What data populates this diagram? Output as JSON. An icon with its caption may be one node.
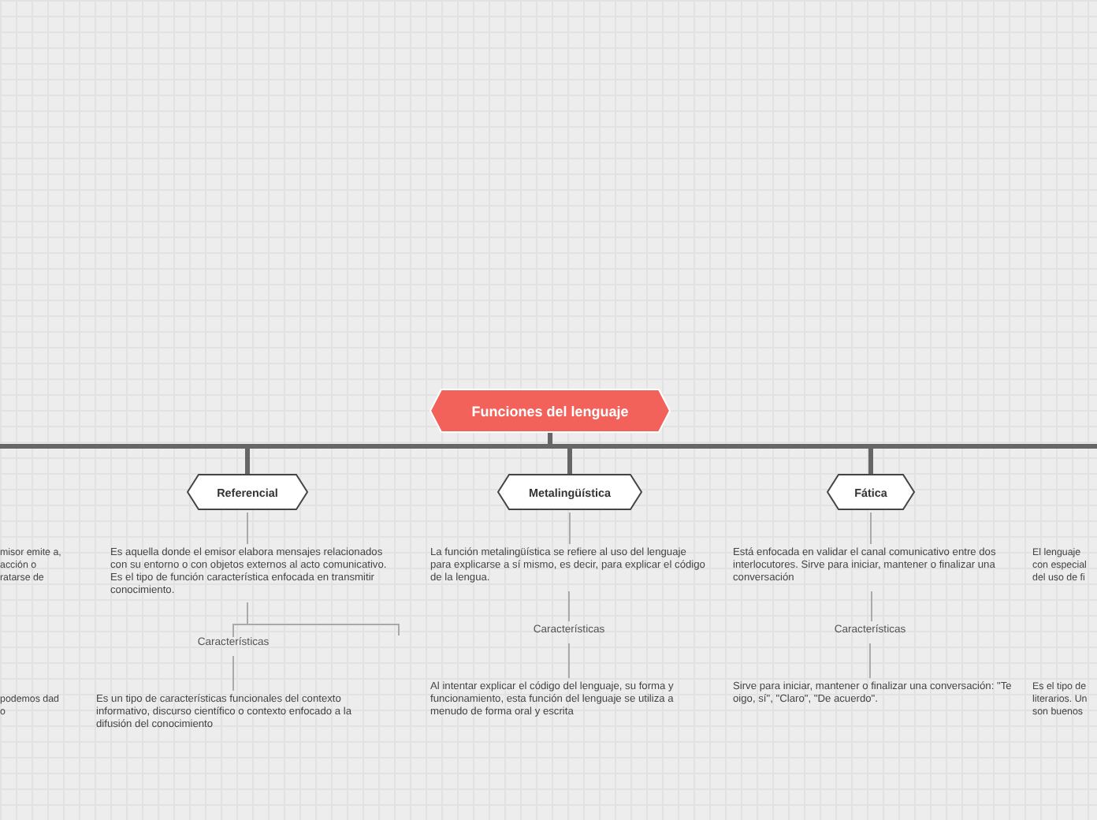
{
  "diagram": {
    "nodes": [
      {
        "text": [
          "Funciones del lenguaje"
        ]
      },
      {
        "text": [
          "Referencial"
        ]
      },
      {
        "text": [
          "Metalingüística"
        ]
      },
      {
        "text": [
          "Fática"
        ]
      },
      {
        "text": [
          "misor emite a, acción o ratarse de"
        ]
      },
      {
        "text": [
          "podemos dad o"
        ]
      },
      {
        "text": [
          "Es aquella donde el emisor elabora mensajes relacionados con su entorno o con objetos externos al acto comunicativo. Es el tipo de función característica enfocada en transmitir conocimiento."
        ]
      },
      {
        "text": [
          "Características"
        ]
      },
      {
        "text": [
          "Es un tipo de características funcionales del contexto informativo, discurso científico o contexto enfocado a la difusión del conocimiento"
        ]
      },
      {
        "text": [
          "La función metalingüística se refiere al uso del lenguaje para explicarse a sí mismo, es decir, para explicar el código de la lengua."
        ]
      },
      {
        "text": [
          "Características"
        ]
      },
      {
        "text": [
          "Al intentar explicar el código del lenguaje, su forma y funcionamiento, esta función del lenguaje se utiliza a menudo de forma oral y escrita"
        ]
      },
      {
        "text": [
          "Está enfocada en validar el canal comunicativo entre dos interlocutores. Sirve para iniciar, mantener o finalizar una conversación"
        ]
      },
      {
        "text": [
          "Características"
        ]
      },
      {
        "text": [
          "Sirve para iniciar, mantener o finalizar una conversación: \"Te oigo, sí\", \"Claro\", \"De acuerdo\"."
        ]
      },
      {
        "text": [
          "El lenguaje con especial del uso de fi"
        ]
      },
      {
        "text": [
          "Es el tipo de literarios. Un son buenos"
        ]
      }
    ],
    "edges": [
      {
        "from": 0,
        "to": 1,
        "arrow": "none",
        "style": "thick"
      },
      {
        "from": 0,
        "to": 2,
        "arrow": "none",
        "style": "thick"
      },
      {
        "from": 0,
        "to": 3,
        "arrow": "none",
        "style": "thick"
      },
      {
        "from": 0,
        "to": null,
        "arrow": "none",
        "style": "thick"
      },
      {
        "from": 0,
        "to": null,
        "arrow": "none",
        "style": "thick"
      },
      {
        "from": 1,
        "to": 6,
        "arrow": "none"
      },
      {
        "from": 6,
        "to": 7,
        "arrow": "none"
      },
      {
        "from": 6,
        "to": null,
        "arrow": "none"
      },
      {
        "from": 7,
        "to": 8,
        "arrow": "none"
      },
      {
        "from": 2,
        "to": 9,
        "arrow": "none"
      },
      {
        "from": 9,
        "to": 10,
        "arrow": "none"
      },
      {
        "from": 10,
        "to": 11,
        "arrow": "none"
      },
      {
        "from": 3,
        "to": 12,
        "arrow": "none"
      },
      {
        "from": 12,
        "to": 13,
        "arrow": "none"
      },
      {
        "from": 13,
        "to": 14,
        "arrow": "none"
      }
    ]
  }
}
